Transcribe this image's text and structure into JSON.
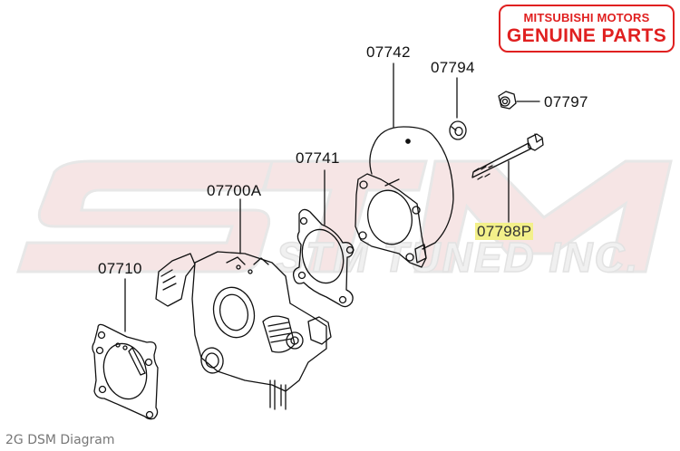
{
  "badge": {
    "line1": "MITSUBISHI MOTORS",
    "line2": "GENUINE PARTS",
    "color": "#e02020"
  },
  "watermark": {
    "logo": "STM",
    "tagline": "STM TUNED INC.",
    "color": "#f3dada"
  },
  "parts": [
    {
      "id": "07742",
      "label": "07742",
      "name": "throttle body cover"
    },
    {
      "id": "07794",
      "label": "07794",
      "name": "lock washer"
    },
    {
      "id": "07797",
      "label": "07797",
      "name": "nut"
    },
    {
      "id": "07741",
      "label": "07741",
      "name": "gasket"
    },
    {
      "id": "07700A",
      "label": "07700A",
      "name": "throttle body"
    },
    {
      "id": "07798P",
      "label": "07798P",
      "name": "bolt",
      "highlighted": true
    },
    {
      "id": "07710",
      "label": "07710",
      "name": "gasket"
    }
  ],
  "highlight_color": "#f3f08a",
  "caption": "2G DSM Diagram"
}
